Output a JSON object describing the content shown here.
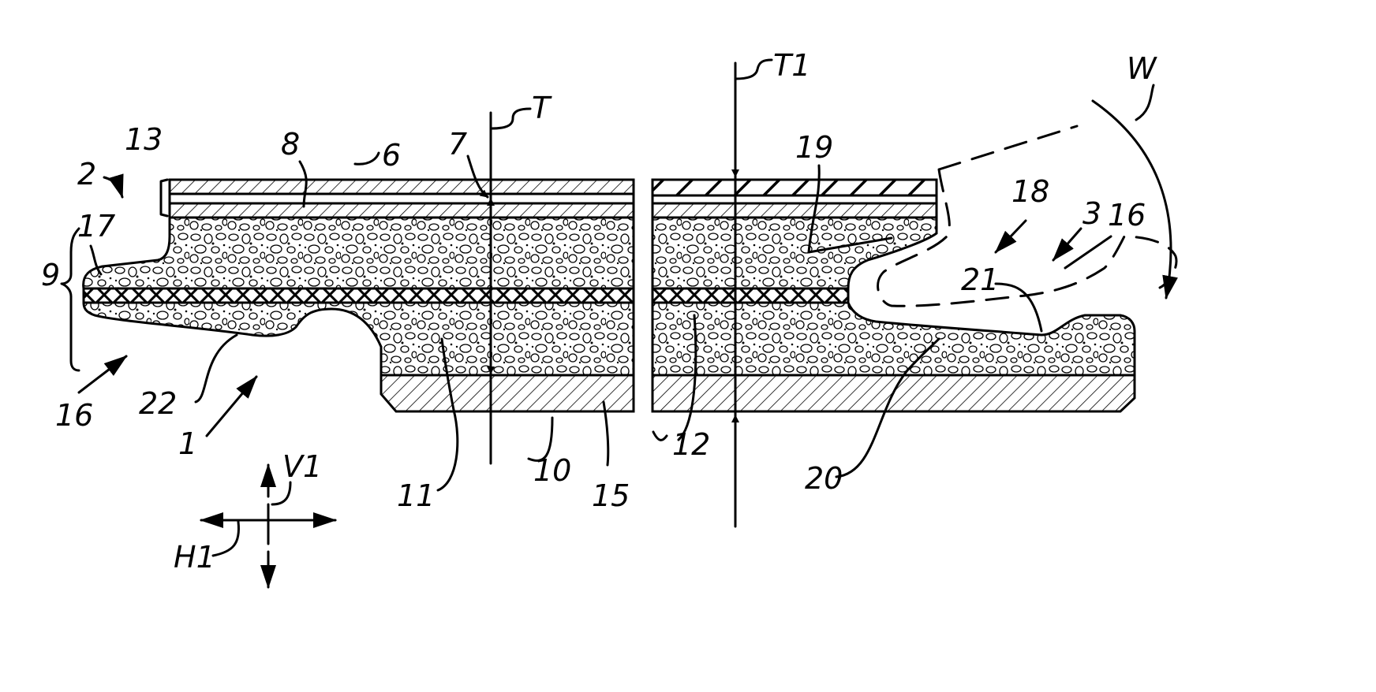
{
  "figure": {
    "labels": {
      "l1": "1",
      "l2": "2",
      "l3": "3",
      "l6": "6",
      "l7": "7",
      "l8": "8",
      "l9": "9",
      "l10": "10",
      "l11": "11",
      "l12": "12",
      "l13": "13",
      "l15": "15",
      "l16a": "16",
      "l16b": "16",
      "l17": "17",
      "l18": "18",
      "l19": "19",
      "l20": "20",
      "l21": "21",
      "l22": "22",
      "T": "T",
      "T1": "T1",
      "W": "W",
      "V1": "V1",
      "H1": "H1"
    }
  }
}
